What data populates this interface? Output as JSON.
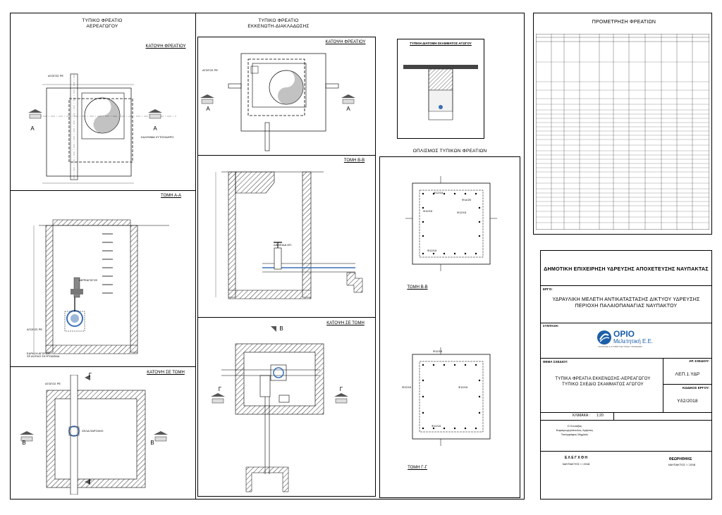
{
  "drawing_a": {
    "title": "ΤΥΠΙΚΟ ΦΡΕΑΤΙΟ\nΑΕΡΕΑΓΩΓΟΥ",
    "plan_label": "ΚΑΤΟΨΗ ΦΡΕΑΤΙΟΥ",
    "section_a_label": "ΤΟΜΗ Α-Α",
    "plan_section_label": "ΚΑΤΟΨΗ ΣΕ ΤΟΜΗ",
    "pipe_label": "ΑΓΩΓΟΣ ΡΕ",
    "cover_label": "ΚΑΛΥΜΜΑ ΧΥΤΟΣΙΔΗΡΟ",
    "bedding_label": "ΕΔΡΑΣΗ ΑΓΩΓΟΥ\nΣΕ ΑΟΠΛΟ ΣΚΥΡΟΔΕΜΑ",
    "valve_label": "ΑΕΡΕΑΓΩΓΟΣ",
    "tee_label": "ΣΕΛΑ ΠΑΡΟΧΗΣ",
    "marker_a": "Α",
    "marker_b": "Β",
    "marker_g": "Γ"
  },
  "drawing_b": {
    "title": "ΤΥΠΙΚΟ ΦΡΕΑΤΙΟ\nΕΚΚΕΝΩΤΗ-ΔΙΑΚΛΑΔΩΣΗΣ",
    "plan_label": "ΚΑΤΟΨΗ ΦΡΕΑΤΙΟΥ",
    "section_b_label": "ΤΟΜΗ Β-Β",
    "plan_section_label": "ΚΑΤΟΨΗ ΣΕ ΤΟΜΗ",
    "pipe_label": "ΑΓΩΓΟΣ ΡΕ",
    "valve_label": "ΔΙΚΛΕΙΔΑ ΟΠ.",
    "marker_a": "Α",
    "marker_b": "Β",
    "marker_g": "Γ"
  },
  "trench": {
    "title": "ΤΥΠΙΚΗ ΔΙΑΤΟΜΗ ΣΚΑΜΜΑΤΟΣ ΑΓΩΓΟΥ"
  },
  "reinforcement": {
    "title": "ΟΠΛΙΣΜΟΣ ΤΥΠΙΚΩΝ ΦΡΕΑΤΙΩΝ",
    "section_b_label": "ΤΟΜΗ Β-Β",
    "section_g_label": "ΤΟΜΗ Γ-Γ",
    "bar_label": "Φ12/15",
    "bar_label_2": "Φ14/20"
  },
  "quantities": {
    "title": "ΠΡΟΜΕΤΡΗΣΗ ΦΡΕΑΤΙΩΝ"
  },
  "title_block": {
    "owner": "ΔΗΜΟΤΙΚΗ ΕΠΙΧΕΙΡΗΣΗ ΥΔΡΕΥΣΗΣ ΑΠΟΧΕΤΕΥΣΗΣ ΝΑΥΠΑΚΤΑΣ",
    "project_label": "ΕΡΓΟ:",
    "project": "ΥΔΡΑΥΛΙΚΗ ΜΕΛΕΤΗ ΑΝΤΙΚΑΤΑΣΤΑΣΗΣ ΔΙΚΤΥΟΥ ΥΔΡΕΥΣΗΣ\nΠΕΡΙΟΧΗ ΠΑΛΑΙΟΠΑΝΑΓΙΑΣ ΝΑΥΠΑΚΤΟΥ",
    "author_label": "ΣΥΝΤΑΞΗ:",
    "company_name": "ΟΡΙΟ",
    "company_sub": "Μελετητική Ε.Ε.",
    "company_line": "ΤΕΧΝΙΚΕΣ & ΣΥΜΒΟΥΛΕΥΤΙΚΕΣ ΥΠΗΡΕΣΙΕΣ",
    "subject_label": "ΘΕΜΑ ΣΧΕΔΙΟΥ:",
    "subject": "ΤΥΠΙΚΑ ΦΡΕΑΤΙΑ ΕΚΚΕΝΩΣΗΣ-ΑΕΡΕΑΓΩΓΟΥ\nΤΥΠΙΚΟ ΣΧΕΔΙΟ ΣΚΑΜΜΑΤΟΣ ΑΓΩΓΟΥ",
    "drawing_no_label": "ΑΡ. ΣΧΕΔΙΟΥ:",
    "drawing_no": "ΛΕΠ.1.ΥΔΡ",
    "project_code_label": "ΚΩΔΙΚΟΣ ΕΡΓΟΥ:",
    "project_code": "Υδ2/2018",
    "scale_label": "ΚΛΙΜΑΚΑ :",
    "scale": "1:20",
    "engineer_title": "Ο Συντάξας",
    "engineer_line1": "Καραγεωργόπουλος Χρήστος",
    "engineer_line2": "Τοπογράφος Μηχ/κός",
    "checked_label": "Ε Λ Ε Γ Χ Θ Η",
    "checked_place": "ΝΑΥΠΑΚΤΟΣ   /   / 2018",
    "approved_label": "ΘΕΩΡΗΘΗΚΕ",
    "approved_place": "ΝΑΥΠΑΚΤΟΣ   /   / 2018"
  },
  "colors": {
    "line": "#000000",
    "blue_pipe": "#3a6fb5",
    "logo_blue": "#1c5fa8"
  }
}
